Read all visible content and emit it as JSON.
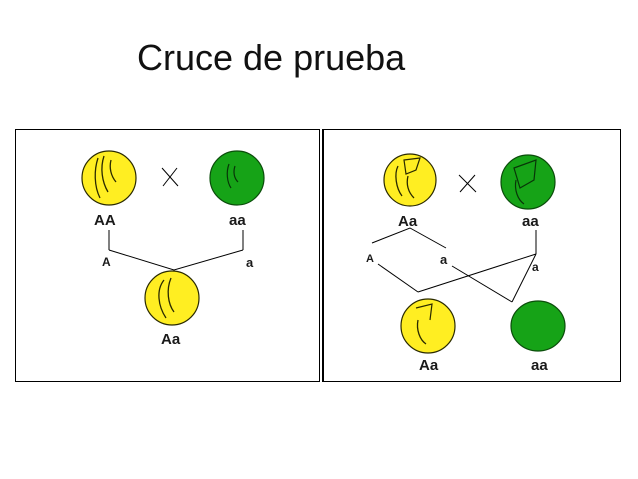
{
  "title": "Cruce de prueba",
  "colors": {
    "yellow_pea": "#ffee22",
    "green_pea": "#16a317",
    "line": "#000000",
    "pea_outline": "#2a2a00"
  },
  "left_cross": {
    "parent1_genotype": "AA",
    "parent2_genotype": "aa",
    "cross_symbol": "X",
    "gamete1": "A",
    "gamete2": "a",
    "offspring_genotype": "Aa"
  },
  "right_cross": {
    "parent1_genotype": "Aa",
    "parent2_genotype": "aa",
    "cross_symbol": "X",
    "gamete1": "A",
    "gamete2": "a",
    "gamete3": "a",
    "offspring1_genotype": "Aa",
    "offspring2_genotype": "aa"
  }
}
